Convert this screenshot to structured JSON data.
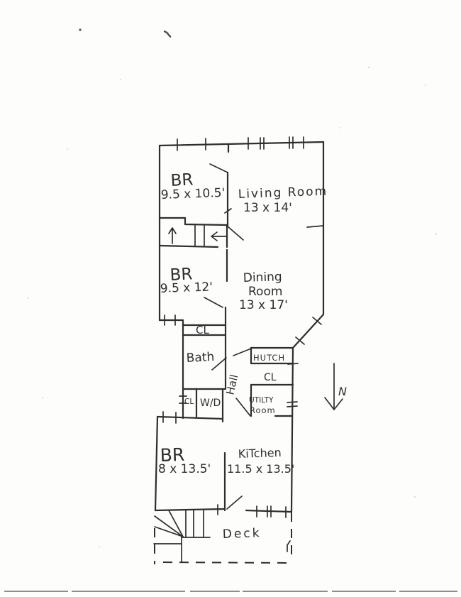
{
  "page": {
    "background": "#fdfdfc",
    "ink_color": "#2e2e2e",
    "scan_line_color": "#8d8d8d",
    "type_note": "scanned hand-drawn apartment floor plan"
  },
  "floorplan": {
    "labels": {
      "br1_name": "BR",
      "br1_dims": "9.5 x 10.5'",
      "living_name": "Living Room",
      "living_dims": "13 x 14'",
      "br2_name": "BR",
      "br2_dims": "9.5 x 12'",
      "dining_line1": "Dining",
      "dining_line2": "Room",
      "dining_dims": "13 x 17'",
      "closet_top": "CL",
      "bath": "Bath",
      "hutch": "HUTCH",
      "closet_mid": "CL",
      "hall": "Hall",
      "closet_small": "CL",
      "washer_dryer": "W/D",
      "utility_line1": "UTILTY",
      "utility_line2": "Room",
      "br3_name": "BR",
      "br3_dims": "8 x 13.5'",
      "kitchen_name": "KiTchen",
      "kitchen_dims": "11.5 x 13.5'",
      "deck": "Deck",
      "north": "N"
    },
    "icons": [
      "up-arrow-icon",
      "left-arrow-icon",
      "north-arrow-icon",
      "door-swing-lines",
      "window-tick-marks"
    ]
  }
}
